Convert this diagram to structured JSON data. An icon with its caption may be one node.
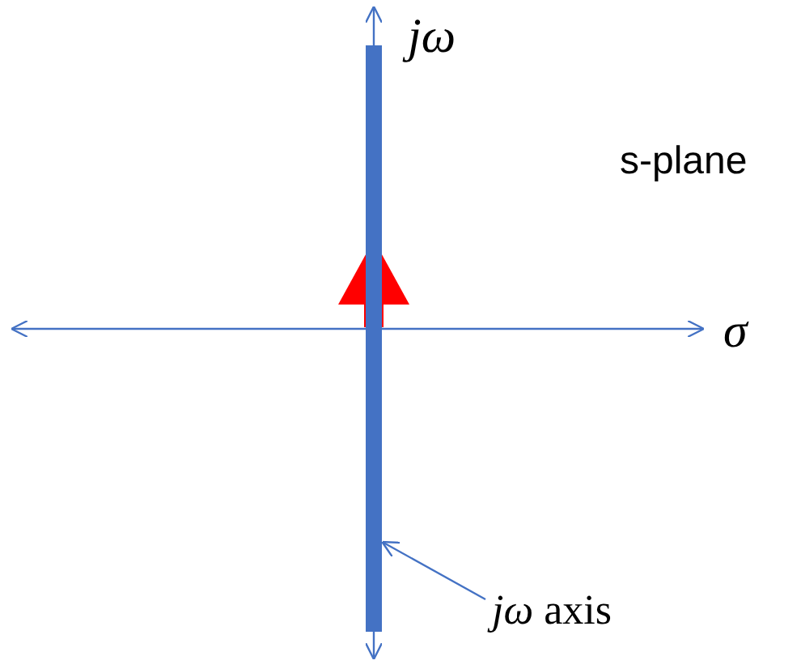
{
  "diagram": {
    "nodes": [
      {
        "text": [
          "*jω* axis"
        ]
      },
      {
        "text": [],
        "shape": "bar"
      }
    ],
    "edges": [
      {
        "from": 0,
        "to": 1,
        "arrow": "to"
      }
    ],
    "labels": [
      "jω",
      "s-plane",
      "σ"
    ]
  }
}
